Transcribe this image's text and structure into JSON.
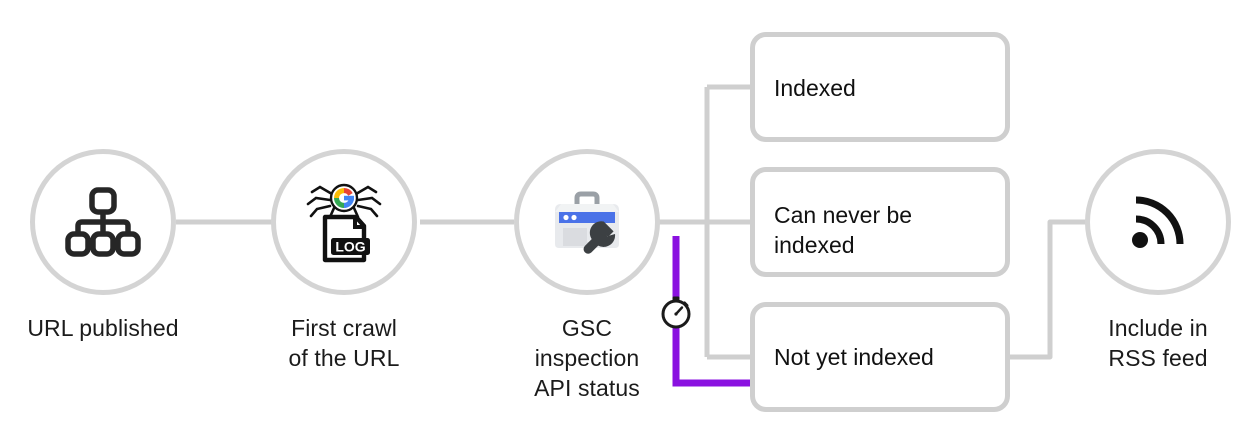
{
  "diagram": {
    "title_visible": false,
    "background": "#ffffff",
    "accent_purple": "#8a11e0",
    "line_gray": "#cfcfcf",
    "text_color": "#111111",
    "nodes": [
      {
        "id": "url-published",
        "label": "URL published",
        "icon": "sitemap-icon"
      },
      {
        "id": "first-crawl",
        "label": "First crawl\nof the URL",
        "icon": "google-spider-log-icon"
      },
      {
        "id": "gsc-status",
        "label": "GSC\ninspection\nAPI status",
        "icon": "gsc-toolbox-wrench-icon"
      },
      {
        "id": "rss-feed",
        "label": "Include in\nRSS feed",
        "icon": "rss-feed-icon"
      }
    ],
    "status_boxes": [
      {
        "id": "indexed",
        "label": "Indexed"
      },
      {
        "id": "never-indexed",
        "label": "Can never be\nindexed"
      },
      {
        "id": "not-yet-indexed",
        "label": "Not yet indexed"
      }
    ],
    "badges": [
      {
        "id": "retry-timer",
        "icon": "stopwatch-icon"
      }
    ]
  }
}
